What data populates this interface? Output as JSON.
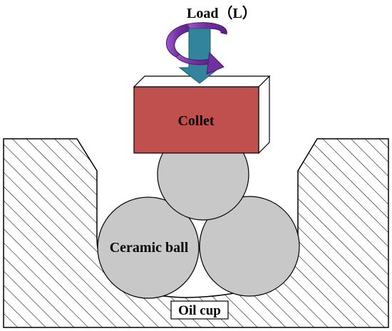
{
  "labels": {
    "load": "Load（L）",
    "collet": "Collet",
    "ceramic_ball": "Ceramic ball",
    "oil_cup": "Oil cup"
  },
  "colors": {
    "collet_front": "#c0504d",
    "collet_top_side": "#ffffff",
    "ball_fill": "#c8c8c8",
    "load_arrow": "#31849b",
    "rotation_arrow": "#7030a0",
    "hatch": "#000000"
  }
}
